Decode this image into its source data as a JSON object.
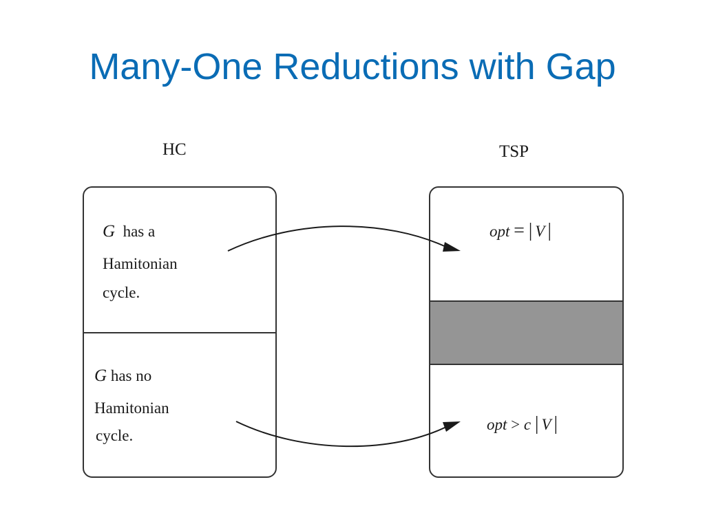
{
  "slide": {
    "title": "Many-One Reductions with Gap"
  },
  "hc": {
    "heading": "HC",
    "yes": {
      "var": "G",
      "line1_rest": "has a",
      "line2": "Hamitonian",
      "line3": "cycle."
    },
    "no": {
      "var": "G",
      "line1_rest": "has no",
      "line2": "Hamitonian",
      "line3": "cycle."
    }
  },
  "tsp": {
    "heading": "TSP",
    "yes": {
      "lhs": "opt",
      "op": "=",
      "bar": "|",
      "var": "V"
    },
    "no": {
      "lhs": "opt",
      "op": ">",
      "coef": "c",
      "bar": "|",
      "var": "V"
    }
  },
  "colors": {
    "title": "#0a6cb5",
    "gap_band": "#959595",
    "stroke": "#333333"
  }
}
